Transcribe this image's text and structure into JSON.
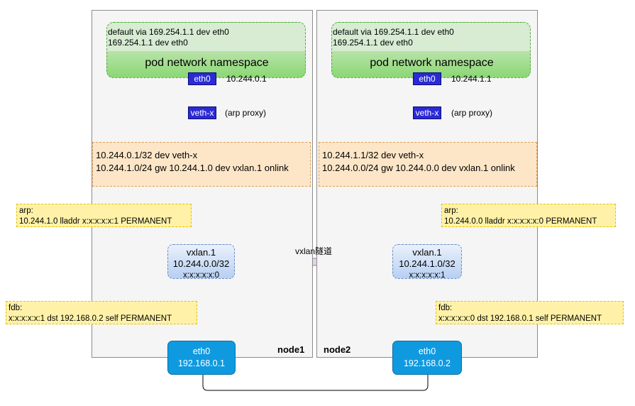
{
  "nodes": [
    {
      "label": "node1",
      "pod_routes": [
        "default via 169.254.1.1 dev eth0",
        "169.254.1.1 dev eth0"
      ],
      "namespace_title": "pod network namespace",
      "pod_eth_label": "eth0",
      "pod_ip": "10.244.0.1",
      "veth_label": "veth-x",
      "veth_note": "(arp proxy)",
      "host_routes": [
        "10.244.0.1/32 dev veth-x",
        "10.244.1.0/24 gw 10.244.1.0 dev vxlan.1 onlink"
      ],
      "arp": {
        "title": "arp:",
        "entry": "10.244.1.0 lladdr x:x:x:x:x:1 PERMANENT"
      },
      "vxlan": {
        "name": "vxlan.1",
        "ip": "10.244.0.0/32",
        "mac": "x:x:x:x:x:0"
      },
      "fdb": {
        "title": "fdb:",
        "entry": "x:x:x:x:x:1 dst 192.168.0.2 self PERMANENT"
      },
      "eth": {
        "name": "eth0",
        "ip": "192.168.0.1"
      }
    },
    {
      "label": "node2",
      "pod_routes": [
        "default via 169.254.1.1 dev eth0",
        "169.254.1.1 dev eth0"
      ],
      "namespace_title": "pod network namespace",
      "pod_eth_label": "eth0",
      "pod_ip": "10.244.1.1",
      "veth_label": "veth-x",
      "veth_note": "(arp proxy)",
      "host_routes": [
        "10.244.1.1/32 dev veth-x",
        "10.244.0.0/24 gw 10.244.0.0 dev vxlan.1 onlink"
      ],
      "arp": {
        "title": "arp:",
        "entry": "10.244.0.0 lladdr x:x:x:x:x:0 PERMANENT"
      },
      "vxlan": {
        "name": "vxlan.1",
        "ip": "10.244.1.0/32",
        "mac": "x:x:x:x:x:1"
      },
      "fdb": {
        "title": "fdb:",
        "entry": "x:x:x:x:x:0 dst 192.168.0.1 self PERMANENT"
      },
      "eth": {
        "name": "eth0",
        "ip": "192.168.0.2"
      }
    }
  ],
  "tunnel_label": "vxlan隧道",
  "colors": {
    "node_bg": "#f5f5f5",
    "namespace_green": "#8bd774",
    "pod_eth_blue": "#2a2ad6",
    "route_orange": "#fde6c8",
    "note_yellow": "#fff2a8",
    "vxlan_blue": "#b7cff3",
    "host_eth_blue": "#0f9ae0",
    "tunnel_purple": "#e1d5e7"
  }
}
